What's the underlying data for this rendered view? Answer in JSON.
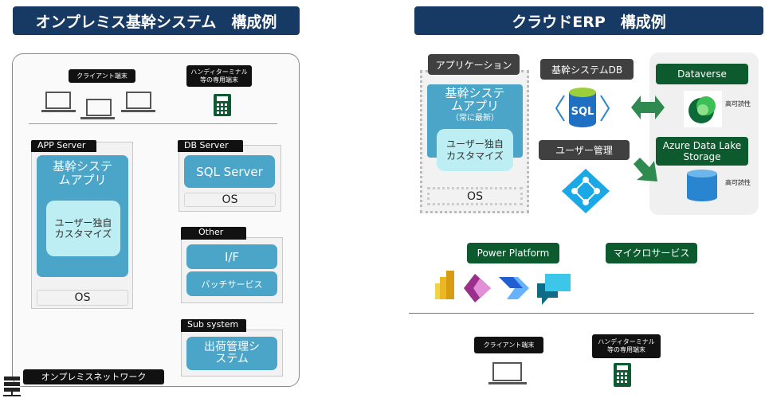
{
  "onprem": {
    "title": "オンプレミス基幹システム　構成例",
    "client_label": "クライアント端末",
    "handy_label": "ハンディターミナル等の専用端末",
    "app_server": {
      "tag": "APP Server",
      "app": "基幹システムアプリ",
      "custom": "ユーザー独自カスタマイズ",
      "os": "OS"
    },
    "db_server": {
      "tag": "DB Server",
      "db": "SQL Server",
      "os": "OS"
    },
    "other": {
      "tag": "Other",
      "items": [
        "I/F",
        "バッチサービス"
      ]
    },
    "sub_system": {
      "tag": "Sub system",
      "item": "出荷管理システム"
    },
    "network_label": "オンプレミスネットワーク"
  },
  "cloud": {
    "title": "クラウドERP　構成例",
    "application_label": "アプリケーション",
    "app": "基幹システムアプリ",
    "app_note": "（常に最新）",
    "custom": "ユーザー独自カスタマイズ",
    "os": "OS",
    "db_label": "基幹システムDB",
    "sql_icon_text": "SQL",
    "user_mgmt_label": "ユーザー管理",
    "dataverse_label": "Dataverse",
    "adls_label": "Azure Data Lake Storage",
    "readability_1": "高可読性",
    "readability_2": "高可読性",
    "power_platform_label": "Power Platform",
    "microservice_label": "マイクロサービス",
    "client_label": "クライアント端末",
    "handy_label": "ハンディターミナル等の専用端末"
  },
  "colors": {
    "navy": "#163a63",
    "blue": "#4aa5c8",
    "green": "#0d5a2e"
  }
}
